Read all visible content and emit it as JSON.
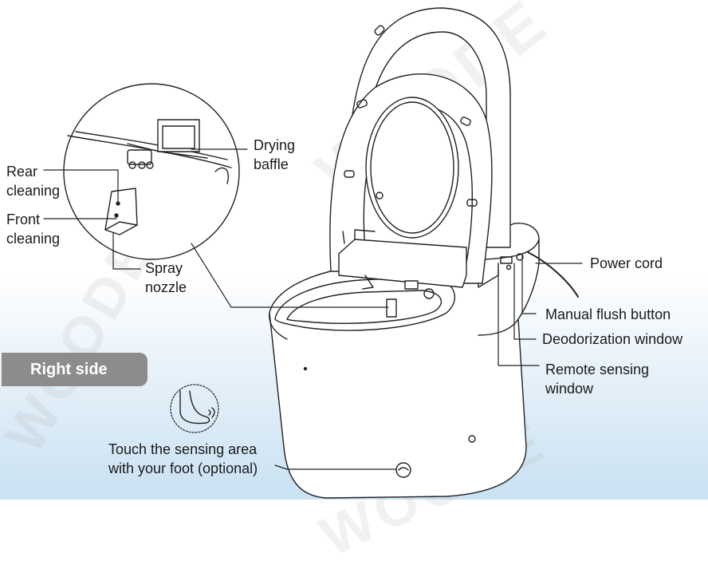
{
  "watermark": "WOODE",
  "labels": {
    "drying_baffle": [
      "Drying",
      "baffle"
    ],
    "rear_cleaning": [
      "Rear",
      "cleaning"
    ],
    "front_cleaning": [
      "Front",
      "cleaning"
    ],
    "spray_nozzle": [
      "Spray",
      "nozzle"
    ],
    "power_cord": "Power cord",
    "manual_flush": "Manual flush button",
    "deodorization": "Deodorization window",
    "remote_sensing": [
      "Remote sensing",
      "window"
    ],
    "touch_sensing": [
      "Touch the sensing area",
      "with your foot (optional)"
    ]
  },
  "badge": "Right side",
  "colors": {
    "line": "#222222",
    "badge": "#8c8c8c",
    "background_bottom": "#c9e1f2"
  }
}
